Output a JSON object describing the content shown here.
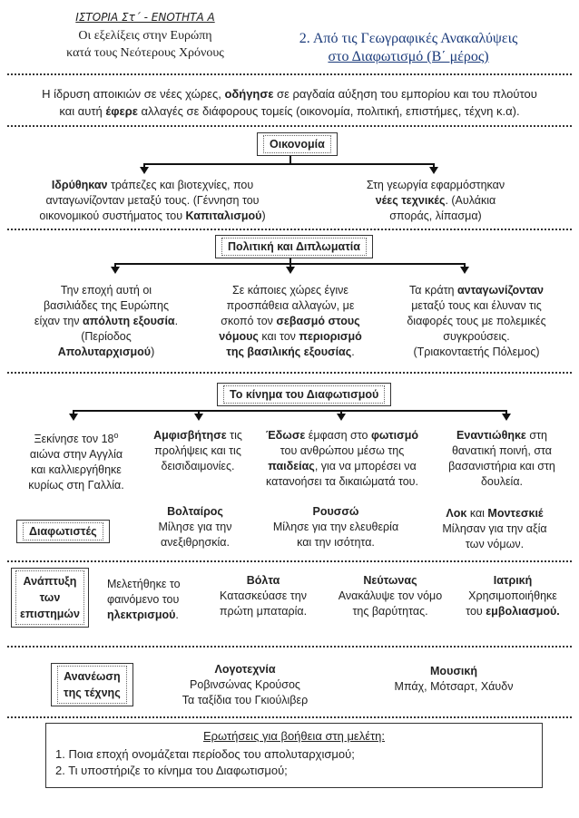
{
  "header": {
    "subject": "ΙΣΤΟΡΙΑ Στ΄ - ΕΝΟΤΗΤΑ Α",
    "unit_line1": "Οι εξελίξεις στην Ευρώπη",
    "unit_line2": "κατά τους Νεότερους Χρόνους",
    "lesson_title_line1": "2. Από τις Γεωγραφικές Ανακαλύψεις",
    "lesson_title_line2": "στο Διαφωτισμό (Β΄ μέρος)"
  },
  "intro": {
    "p1": "Η ίδρυση αποικιών σε νέες χώρες, ",
    "b1": "οδήγησε",
    "p2": " σε ραγδαία αύξηση του εμπορίου και του πλούτου",
    "p3": "και αυτή ",
    "b2": "έφερε",
    "p4": " αλλαγές σε διάφορους τομείς (οικονομία, πολιτική, επιστήμες, τέχνη κ.α)."
  },
  "economy": {
    "title": "Οικονομία",
    "left": {
      "b1": "Ιδρύθηκαν",
      "t1": " τράπεζες και βιοτεχνίες, που",
      "t2": "ανταγωνίζονταν μεταξύ τους. (Γέννηση του",
      "t3": "οικονομικού συστήματος του ",
      "b2": "Καπιταλισμού",
      "t4": ")"
    },
    "right": {
      "t1": "Στη γεωργία εφαρμόστηκαν",
      "b1": "νέες τεχνικές",
      "t2": ". (Αυλάκια",
      "t3": "σποράς, λίπασμα)"
    }
  },
  "politics": {
    "title": "Πολιτική και Διπλωματία",
    "left": {
      "t1": "Την εποχή αυτή οι",
      "t2": "βασιλιάδες της Ευρώπης",
      "t3": "είχαν την ",
      "b1": "απόλυτη εξουσία",
      "t4": ".",
      "t5": "(Περίοδος",
      "b2": "Απολυταρχισμού",
      "t6": ")"
    },
    "middle": {
      "t1": "Σε κάποιες χώρες έγινε",
      "t2": "προσπάθεια αλλαγών, με",
      "t3": "σκοπό τον ",
      "b1": "σεβασμό στους",
      "b2": "νόμους",
      "t4": " και τον ",
      "b3": "περιορισμό",
      "b4": "της βασιλικής εξουσίας",
      "t5": "."
    },
    "right": {
      "t1": "Τα κράτη ",
      "b1": "ανταγωνίζονταν",
      "t2": "μεταξύ τους και έλυναν τις",
      "t3": "διαφορές τους με πολεμικές",
      "t4": "συγκρούσεις.",
      "t5": "(Τριακονταετής Πόλεμος)"
    }
  },
  "enlightenment": {
    "title": "Το κίνημα του Διαφωτισμού",
    "c1": {
      "t1": "Ξεκίνησε τον 18",
      "sup": "ο",
      "t2": "αιώνα στην Αγγλία",
      "t3": "και καλλιεργήθηκε",
      "t4": "κυρίως στη Γαλλία."
    },
    "c2": {
      "b1": "Αμφισβήτησε",
      "t1": " τις",
      "t2": "προλήψεις και τις",
      "t3": "δεισιδαιμονίες."
    },
    "c3": {
      "b1": "Έδωσε",
      "t1": " έμφαση στο ",
      "b2": "φωτισμό",
      "t2": "του ανθρώπου μέσω της",
      "b3": "παιδείας",
      "t3": ", για να μπορέσει να",
      "t4": "κατανοήσει τα δικαιώματά του."
    },
    "c4": {
      "b1": "Εναντιώθηκε",
      "t1": " στη",
      "t2": "θανατική ποινή, στα",
      "t3": "βασανιστήρια και στη",
      "t4": "δουλεία."
    }
  },
  "thinkers": {
    "label": "Διαφωτιστές",
    "voltaire": {
      "name": "Βολταίρος",
      "t1": "Μίλησε για την",
      "t2": "ανεξιθρησκία."
    },
    "rousseau": {
      "name": "Ρουσσώ",
      "t1": "Μίλησε για την ελευθερία",
      "t2": "και την ισότητα."
    },
    "locke": {
      "name1": "Λοκ",
      "and": " και ",
      "name2": "Μοντεσκιέ",
      "t1": "Μίλησαν για την αξία",
      "t2": "των νόμων."
    }
  },
  "science": {
    "label1": "Ανάπτυξη",
    "label2": "των",
    "label3": "επιστημών",
    "electric": {
      "t1": "Μελετήθηκε το",
      "t2": "φαινόμενο του",
      "b1": "ηλεκτρισμού",
      "t3": "."
    },
    "volta": {
      "name": "Βόλτα",
      "t1": "Κατασκεύασε την",
      "t2": "πρώτη μπαταρία."
    },
    "newton": {
      "name": "Νεύτωνας",
      "t1": "Ανακάλυψε τον νόμο",
      "t2": "της βαρύτητας."
    },
    "medicine": {
      "name": "Ιατρική",
      "t1": "Χρησιμοποιήθηκε",
      "t2": "του ",
      "b1": "εμβολιασμού."
    }
  },
  "art": {
    "label1": "Ανανέωση",
    "label2": "της τέχνης",
    "lit": {
      "name": "Λογοτεχνία",
      "t1": "Ροβινσώνας Κρούσος",
      "t2": "Τα ταξίδια του Γκιούλιβερ"
    },
    "music": {
      "name": "Μουσική",
      "t1": "Μπάχ, Μότσαρτ, Χάυδν"
    }
  },
  "questions": {
    "title": "Ερωτήσεις για βοήθεια στη μελέτη:",
    "q1": "1.  Ποια εποχή ονομάζεται περίοδος του απολυταρχισμού;",
    "q2": "2.  Τι υποστήριζε το κίνημα του Διαφωτισμού;"
  }
}
